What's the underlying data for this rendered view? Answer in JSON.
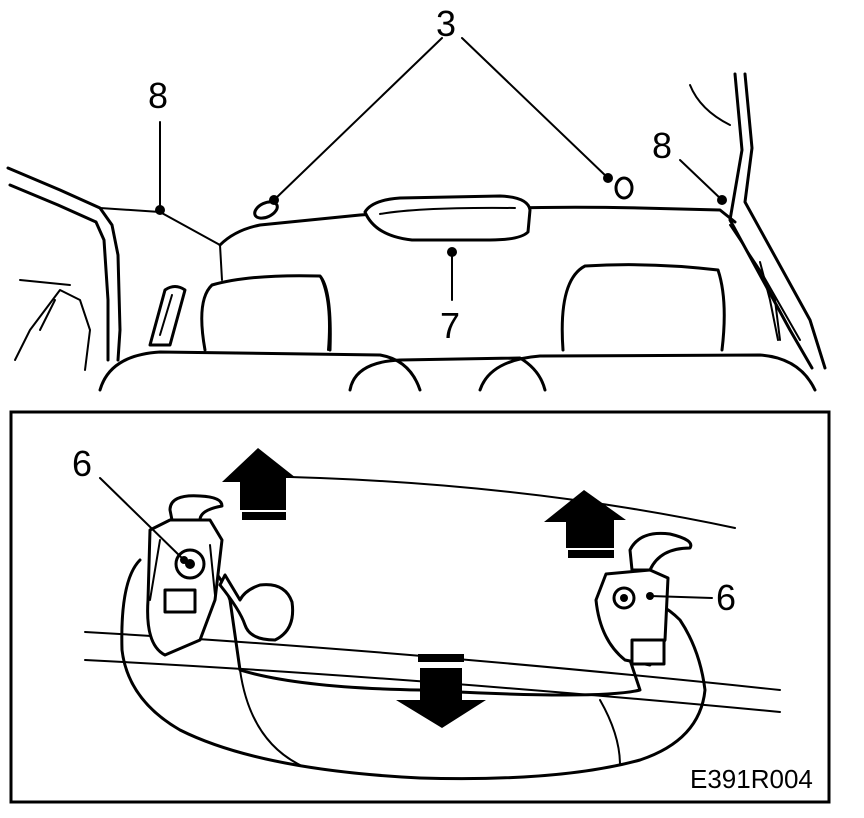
{
  "callouts": {
    "label_3": "3",
    "label_8_left": "8",
    "label_8_right": "8",
    "label_7": "7",
    "label_6_left": "6",
    "label_6_right": "6"
  },
  "figure_code": "E391R004",
  "colors": {
    "ink": "#000000",
    "paper": "#ffffff"
  }
}
